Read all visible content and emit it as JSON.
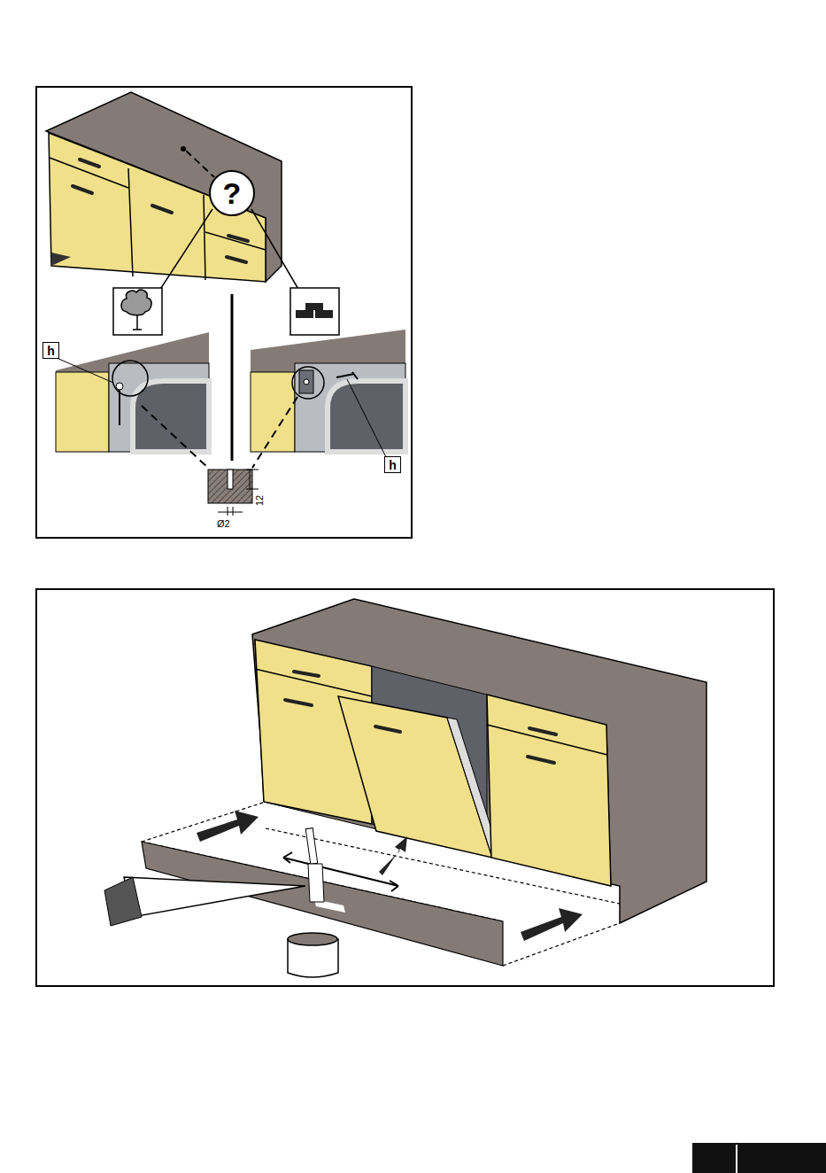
{
  "diagram": {
    "nodes": [
      {
        "text": [
          "?"
        ]
      },
      {
        "text": [
          "h"
        ]
      },
      {
        "text": [
          "h"
        ]
      }
    ],
    "labels": [
      "12",
      "Ø2"
    ]
  }
}
